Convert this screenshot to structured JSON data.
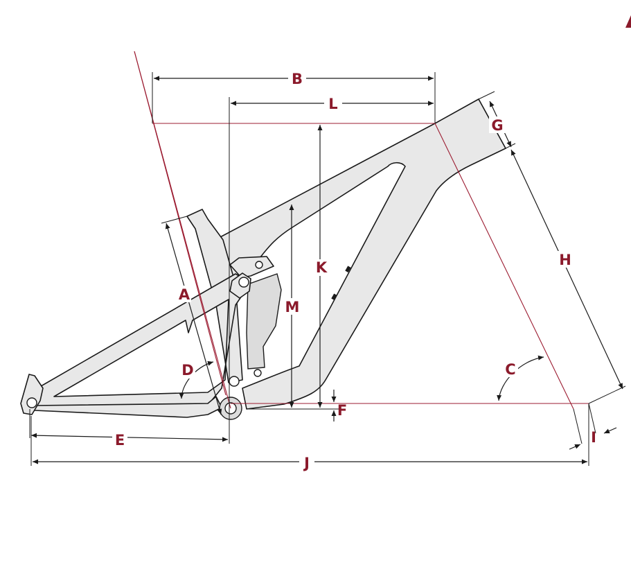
{
  "diagram": {
    "label_color": "#8b1a2b",
    "reference_line_color": "#9b1b30",
    "frame_fill": "#e8e8e8",
    "outline_color": "#1a1a1a",
    "labels": {
      "A": "A",
      "B": "B",
      "C": "C",
      "D": "D",
      "E": "E",
      "F": "F",
      "G": "G",
      "H": "H",
      "I": "I",
      "J": "J",
      "K": "K",
      "L": "L",
      "M": "M"
    },
    "corner_mark": "A"
  }
}
